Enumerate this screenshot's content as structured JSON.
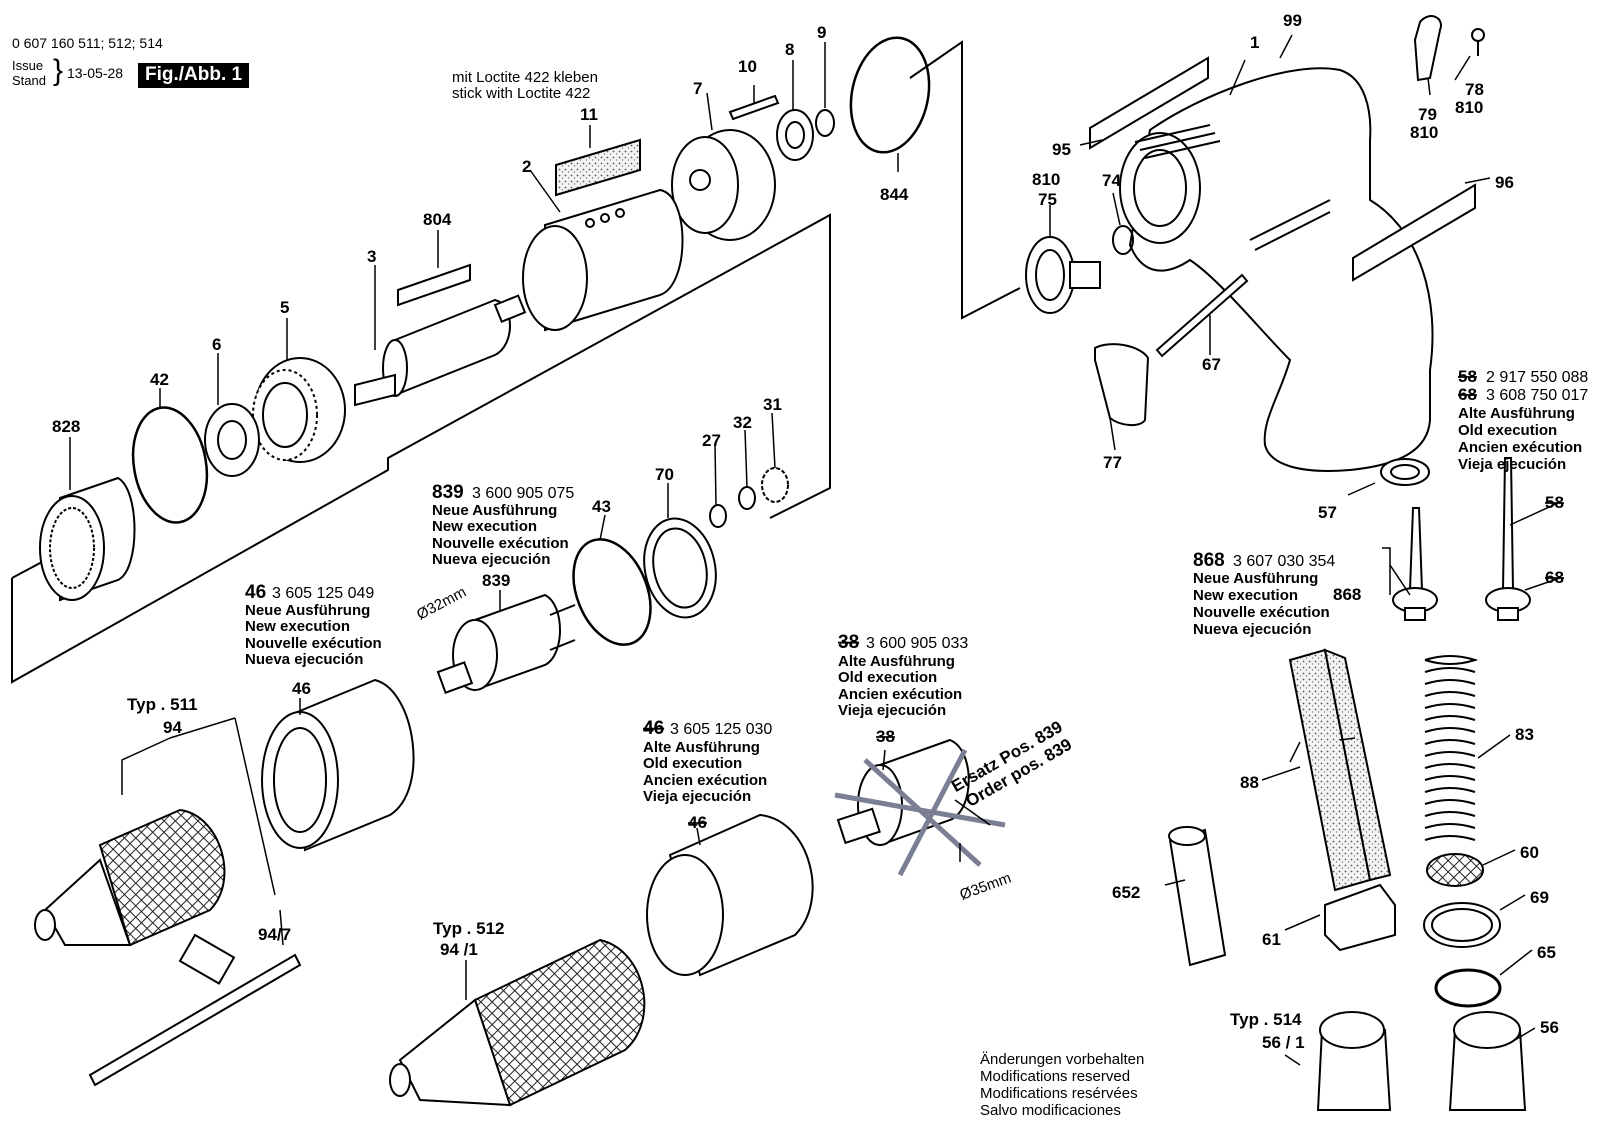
{
  "header": {
    "doc_number": "0 607 160 511; 512; 514",
    "issue_label": "Issue",
    "stand_label": "Stand",
    "date": "13-05-28",
    "figure": "Fig./Abb. 1"
  },
  "loctite_note": [
    "mit Loctite 422 kleben",
    "stick with Loctite 422"
  ],
  "part_labels": {
    "p99": "99",
    "p1": "1",
    "p78": "78",
    "p810a": "810",
    "p79": "79",
    "p810b": "810",
    "p95": "95",
    "p96": "96",
    "p810c": "810",
    "p75": "75",
    "p74": "74",
    "p67": "67",
    "p77": "77",
    "p9": "9",
    "p8": "8",
    "p10": "10",
    "p7": "7",
    "p844": "844",
    "p11": "11",
    "p2": "2",
    "p804": "804",
    "p3": "3",
    "p5": "5",
    "p6": "6",
    "p42": "42",
    "p828": "828",
    "p31": "31",
    "p32": "32",
    "p27": "27",
    "p70": "70",
    "p43": "43",
    "p839": "839",
    "p46": "46",
    "p94": "94",
    "p947": "94/7",
    "p941": "94 /1",
    "p561": "56 / 1",
    "p57": "57",
    "p58": "58",
    "p68": "68",
    "p868": "868",
    "p83": "83",
    "p88": "88",
    "p60": "60",
    "p69": "69",
    "p65": "65",
    "p56": "56",
    "p61": "61",
    "p652": "652",
    "p46old": "46",
    "p38": "38"
  },
  "typ_labels": {
    "t511": "Typ . 511",
    "t512": "Typ . 512",
    "t514": "Typ . 514"
  },
  "dims": {
    "d32": "Ø32mm",
    "d35": "Ø35mm"
  },
  "ersatz": [
    "Ersatz Pos. 839",
    "Order pos. 839"
  ],
  "blocks": {
    "b839": {
      "pos": "839",
      "number": "3 600 905 075",
      "lines": [
        "Neue Ausführung",
        "New execution",
        "Nouvelle exécution",
        "Nueva ejecución"
      ]
    },
    "b46new": {
      "pos": "46",
      "number": "3 605 125 049",
      "lines": [
        "Neue Ausführung",
        "New execution",
        "Nouvelle exécution",
        "Nueva ejecución"
      ]
    },
    "b38": {
      "pos": "38",
      "number": "3 600 905 033",
      "lines": [
        "Alte Ausführung",
        "Old execution",
        "Ancien exécution",
        "Vieja ejecución"
      ]
    },
    "b46old": {
      "pos": "46",
      "number": "3 605 125 030",
      "lines": [
        "Alte Ausführung",
        "Old execution",
        "Ancien exécution",
        "Vieja ejecución"
      ]
    },
    "b868": {
      "pos": "868",
      "number": "3 607 030 354",
      "lines": [
        "Neue Ausführung",
        "New execution",
        "Nouvelle exécution",
        "Nueva ejecución"
      ]
    },
    "b5868": {
      "pos1": "58",
      "number1": "2 917 550 088",
      "pos2": "68",
      "number2": "3 608 750 017",
      "lines": [
        "Alte Ausführung",
        "Old execution",
        "Ancien exécution",
        "Vieja ejecución"
      ]
    }
  },
  "reserved": [
    "Änderungen vorbehalten",
    "Modifications reserved",
    "Modifications resérvées",
    "Salvo modificaciones"
  ]
}
